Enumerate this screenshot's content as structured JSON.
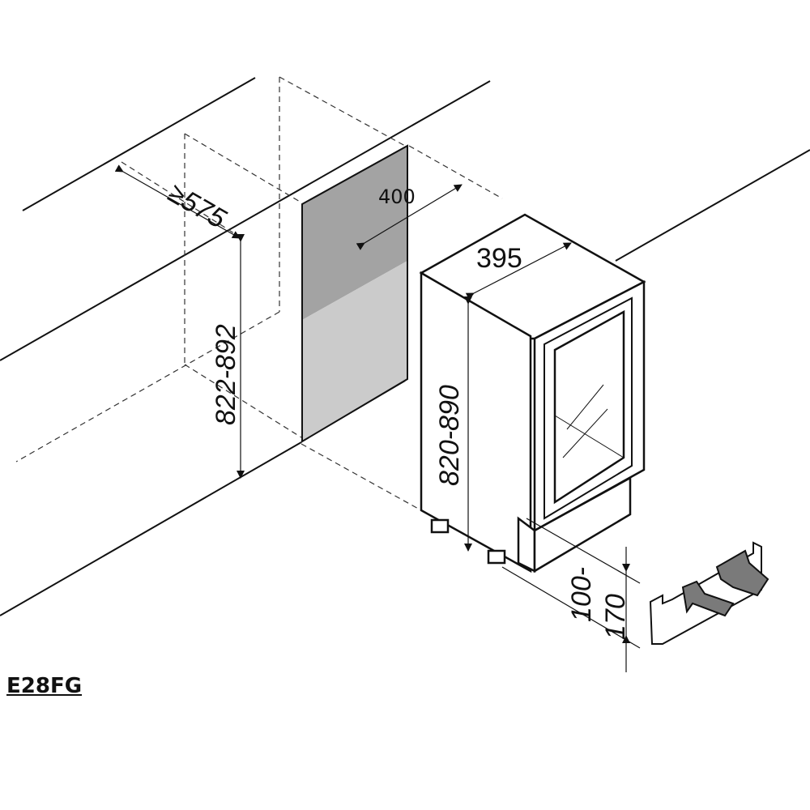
{
  "model": "E28FG",
  "dimensions": {
    "niche_depth": "≥575",
    "niche_width": "400",
    "appliance_width": "395",
    "niche_height": "822-892",
    "appliance_height": "820-890",
    "plinth_height_line1": "100-",
    "plinth_height_line2": "170"
  },
  "colors": {
    "panel_dark": "#a3a3a3",
    "panel_light": "#cbcbcb",
    "arrow_fill": "#7a7a7a"
  }
}
